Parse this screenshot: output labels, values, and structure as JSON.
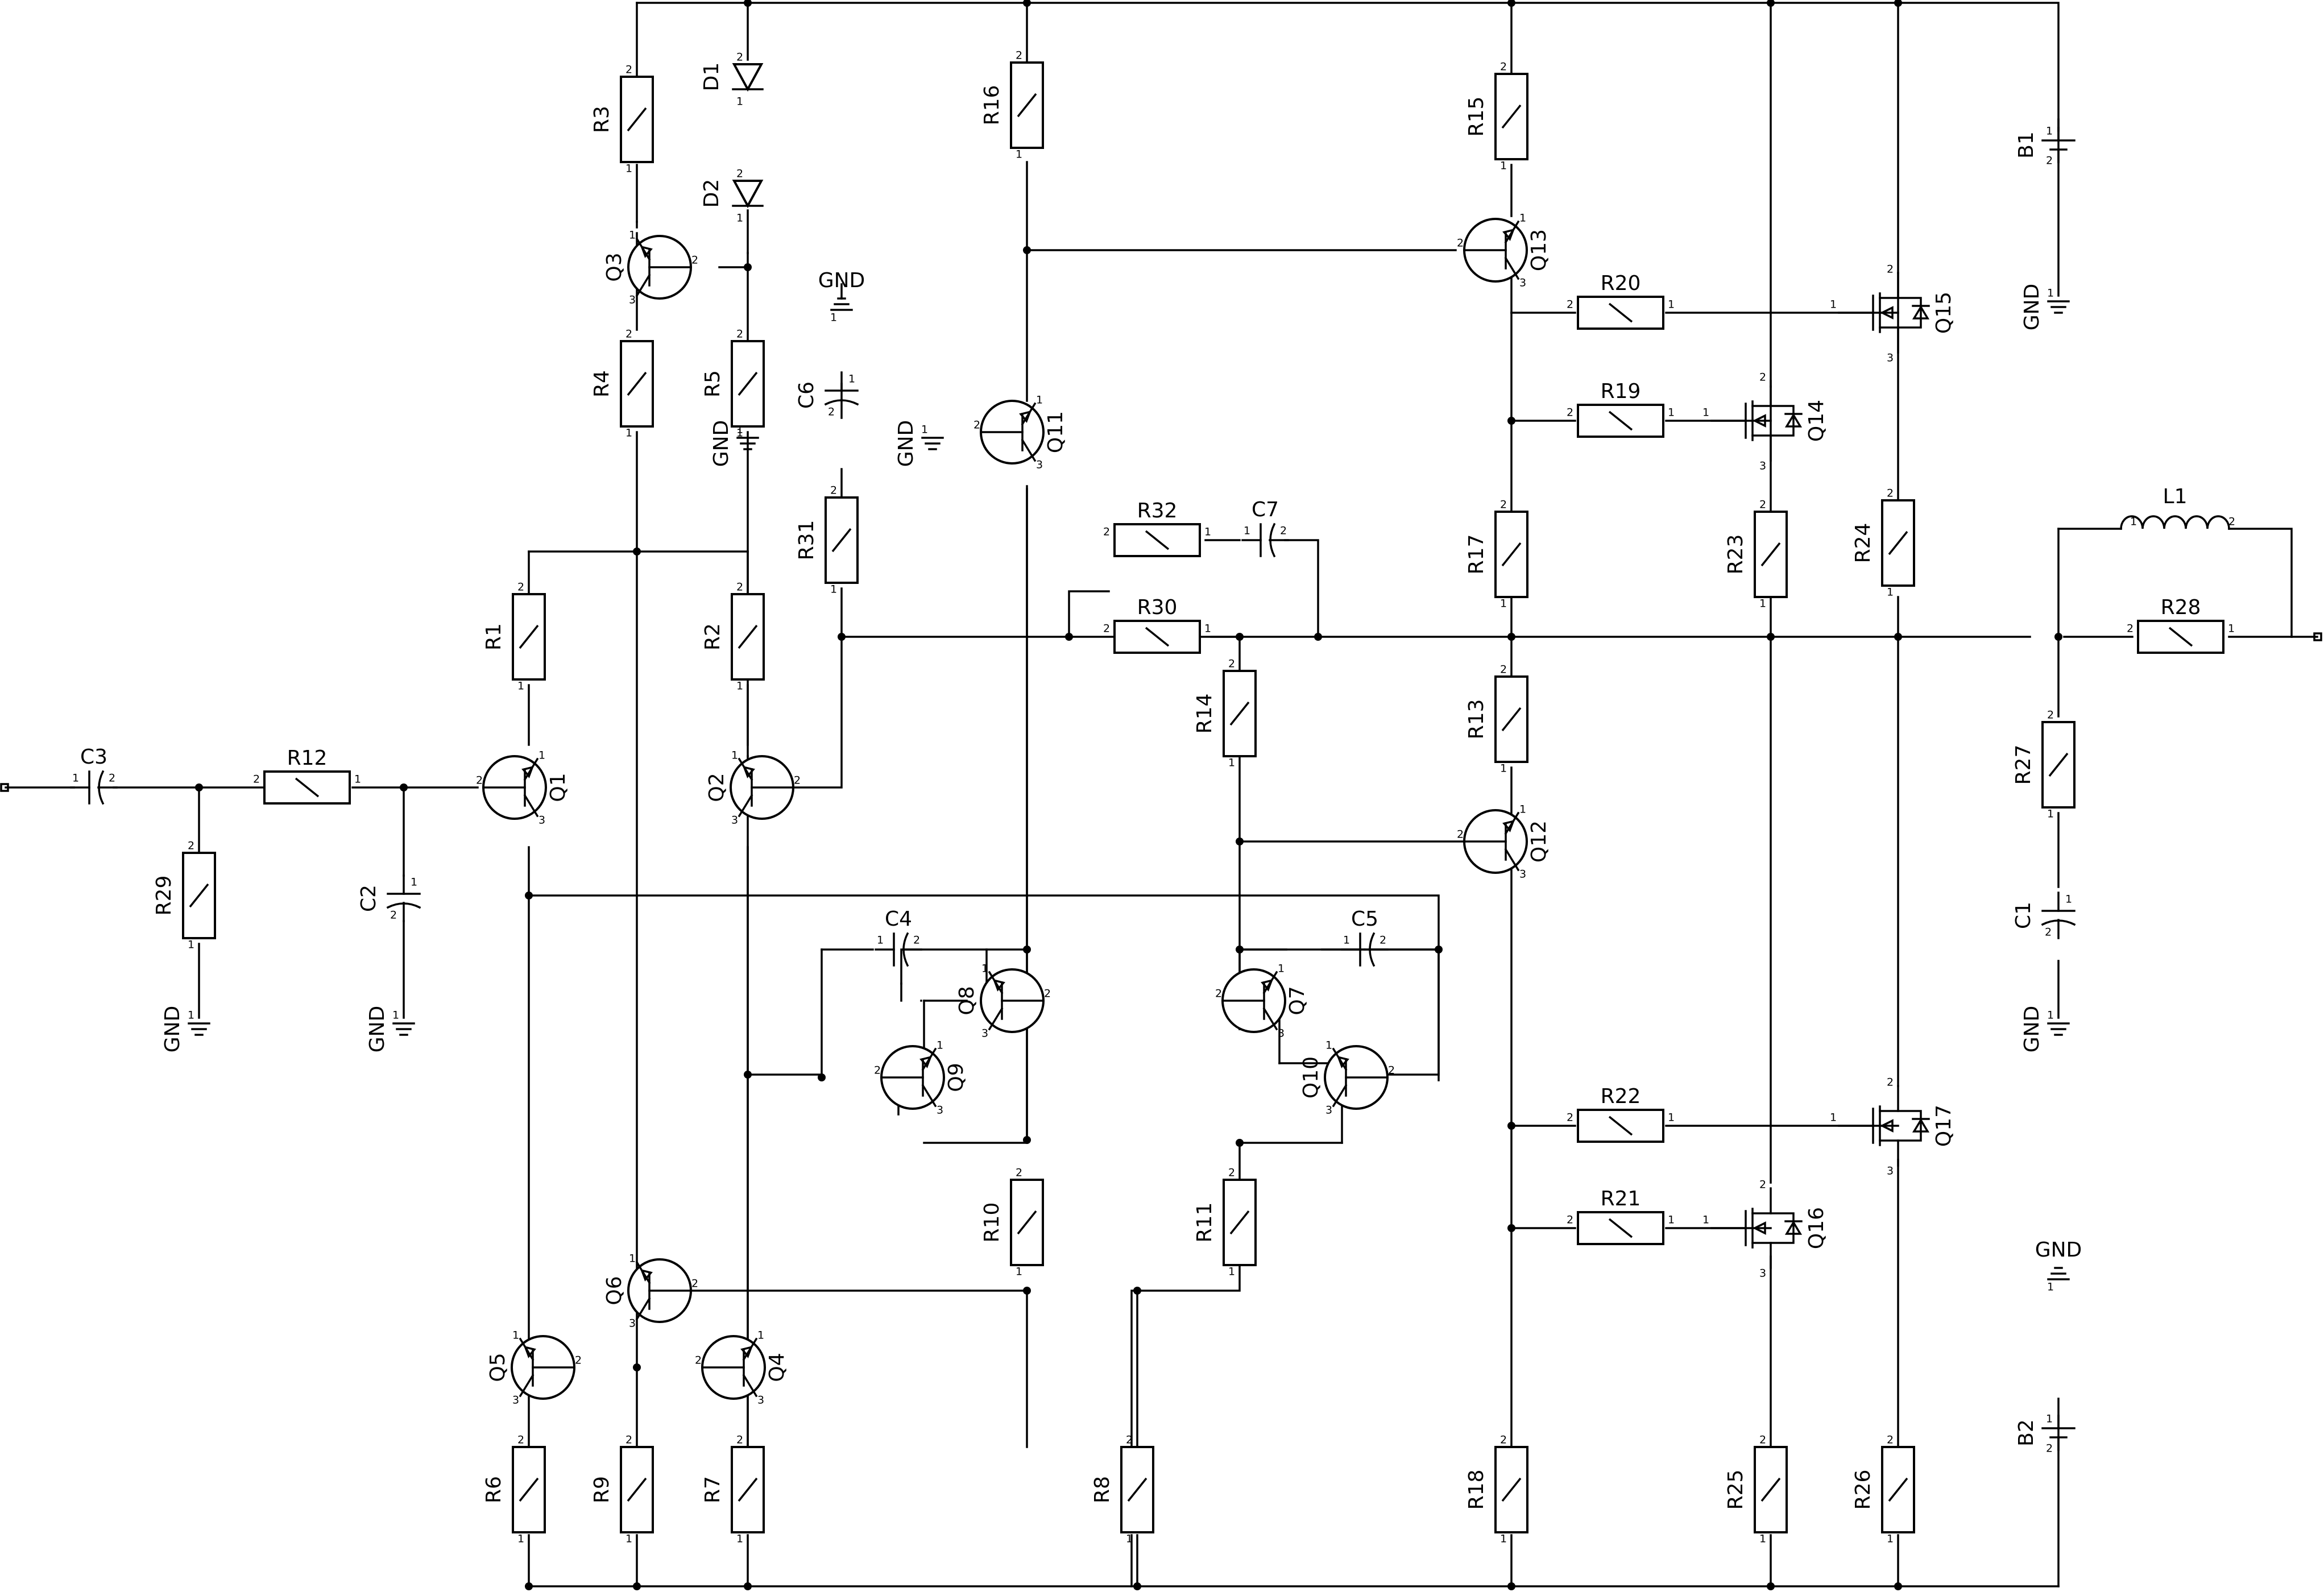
{
  "labels": {
    "gnd": "GND",
    "pin1": "1",
    "pin2": "2",
    "pin3": "3"
  },
  "resistors": [
    {
      "ref": "R1"
    },
    {
      "ref": "R2"
    },
    {
      "ref": "R3"
    },
    {
      "ref": "R4"
    },
    {
      "ref": "R5"
    },
    {
      "ref": "R6"
    },
    {
      "ref": "R7"
    },
    {
      "ref": "R8"
    },
    {
      "ref": "R9"
    },
    {
      "ref": "R10"
    },
    {
      "ref": "R11"
    },
    {
      "ref": "R12"
    },
    {
      "ref": "R13"
    },
    {
      "ref": "R14"
    },
    {
      "ref": "R15"
    },
    {
      "ref": "R16"
    },
    {
      "ref": "R17"
    },
    {
      "ref": "R18"
    },
    {
      "ref": "R19"
    },
    {
      "ref": "R20"
    },
    {
      "ref": "R21"
    },
    {
      "ref": "R22"
    },
    {
      "ref": "R23"
    },
    {
      "ref": "R24"
    },
    {
      "ref": "R25"
    },
    {
      "ref": "R26"
    },
    {
      "ref": "R27"
    },
    {
      "ref": "R28"
    },
    {
      "ref": "R29"
    },
    {
      "ref": "R30"
    },
    {
      "ref": "R31"
    },
    {
      "ref": "R32"
    }
  ],
  "capacitors": [
    {
      "ref": "C1"
    },
    {
      "ref": "C2"
    },
    {
      "ref": "C3"
    },
    {
      "ref": "C4"
    },
    {
      "ref": "C5"
    },
    {
      "ref": "C6"
    },
    {
      "ref": "C7"
    }
  ],
  "transistors": [
    {
      "ref": "Q1"
    },
    {
      "ref": "Q2"
    },
    {
      "ref": "Q3"
    },
    {
      "ref": "Q4"
    },
    {
      "ref": "Q5"
    },
    {
      "ref": "Q6"
    },
    {
      "ref": "Q7"
    },
    {
      "ref": "Q8"
    },
    {
      "ref": "Q9"
    },
    {
      "ref": "Q10"
    },
    {
      "ref": "Q11"
    },
    {
      "ref": "Q12"
    },
    {
      "ref": "Q13"
    }
  ],
  "mosfets": [
    {
      "ref": "Q14"
    },
    {
      "ref": "Q15"
    },
    {
      "ref": "Q16"
    },
    {
      "ref": "Q17"
    }
  ],
  "diodes": [
    {
      "ref": "D1"
    },
    {
      "ref": "D2"
    }
  ],
  "inductors": [
    {
      "ref": "L1"
    }
  ],
  "batteries": [
    {
      "ref": "B1"
    },
    {
      "ref": "B2"
    }
  ]
}
